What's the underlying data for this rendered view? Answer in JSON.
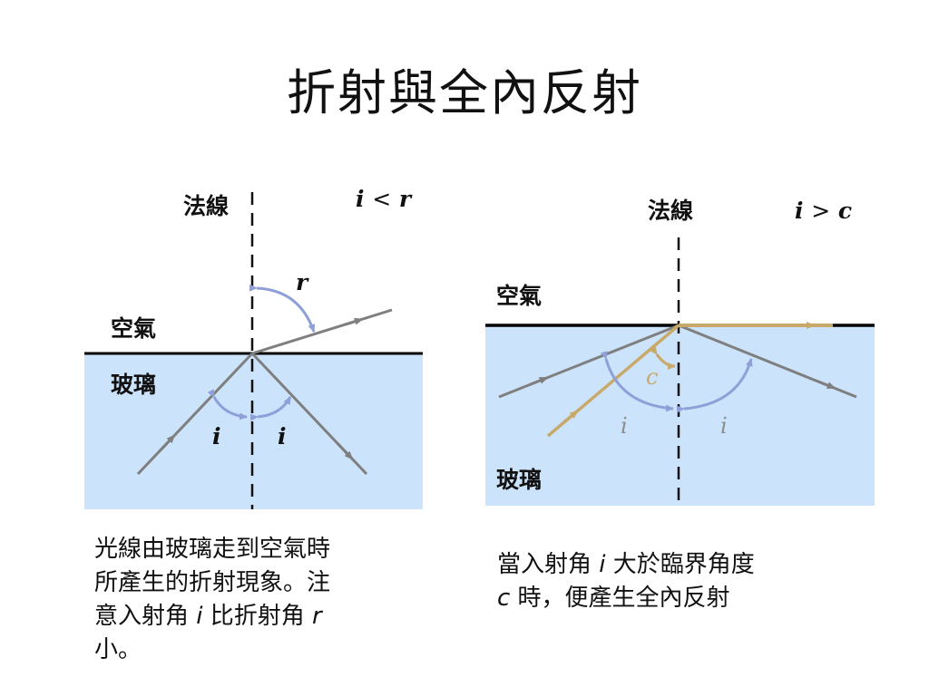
{
  "title": "折射與全內反射",
  "diagram_left": {
    "normal_label": "法線",
    "condition": {
      "a": "i",
      "op": "<",
      "b": "r"
    },
    "air_label": "空氣",
    "glass_label": "玻璃",
    "angle_r": "r",
    "angle_i_left": "i",
    "angle_i_right": "i"
  },
  "diagram_right": {
    "normal_label": "法線",
    "condition": {
      "a": "i",
      "op": ">",
      "b": "c"
    },
    "air_label": "空氣",
    "glass_label": "玻璃",
    "angle_c": "c",
    "angle_i_left": "i",
    "angle_i_right": "i"
  },
  "caption_left": {
    "line1": "光線由玻璃走到空氣時",
    "line2": "所產生的折射現象。注",
    "line3_pre": "意入射角 ",
    "line3_i": "i",
    "line3_mid": " 比折射角 ",
    "line3_r": "r",
    "line4": "小。"
  },
  "caption_right": {
    "line1_pre": "當入射角 ",
    "line1_i": "i",
    "line1_post": " 大於臨界角度",
    "line2_c": "c",
    "line2_post": " 時，便產生全內反射"
  },
  "colors": {
    "glass": "#cce4fb",
    "ray_gray": "#7f7f7f",
    "ray_gold": "#c8a96a",
    "angle_arc": "#8fa0d8",
    "surface": "#000000"
  }
}
